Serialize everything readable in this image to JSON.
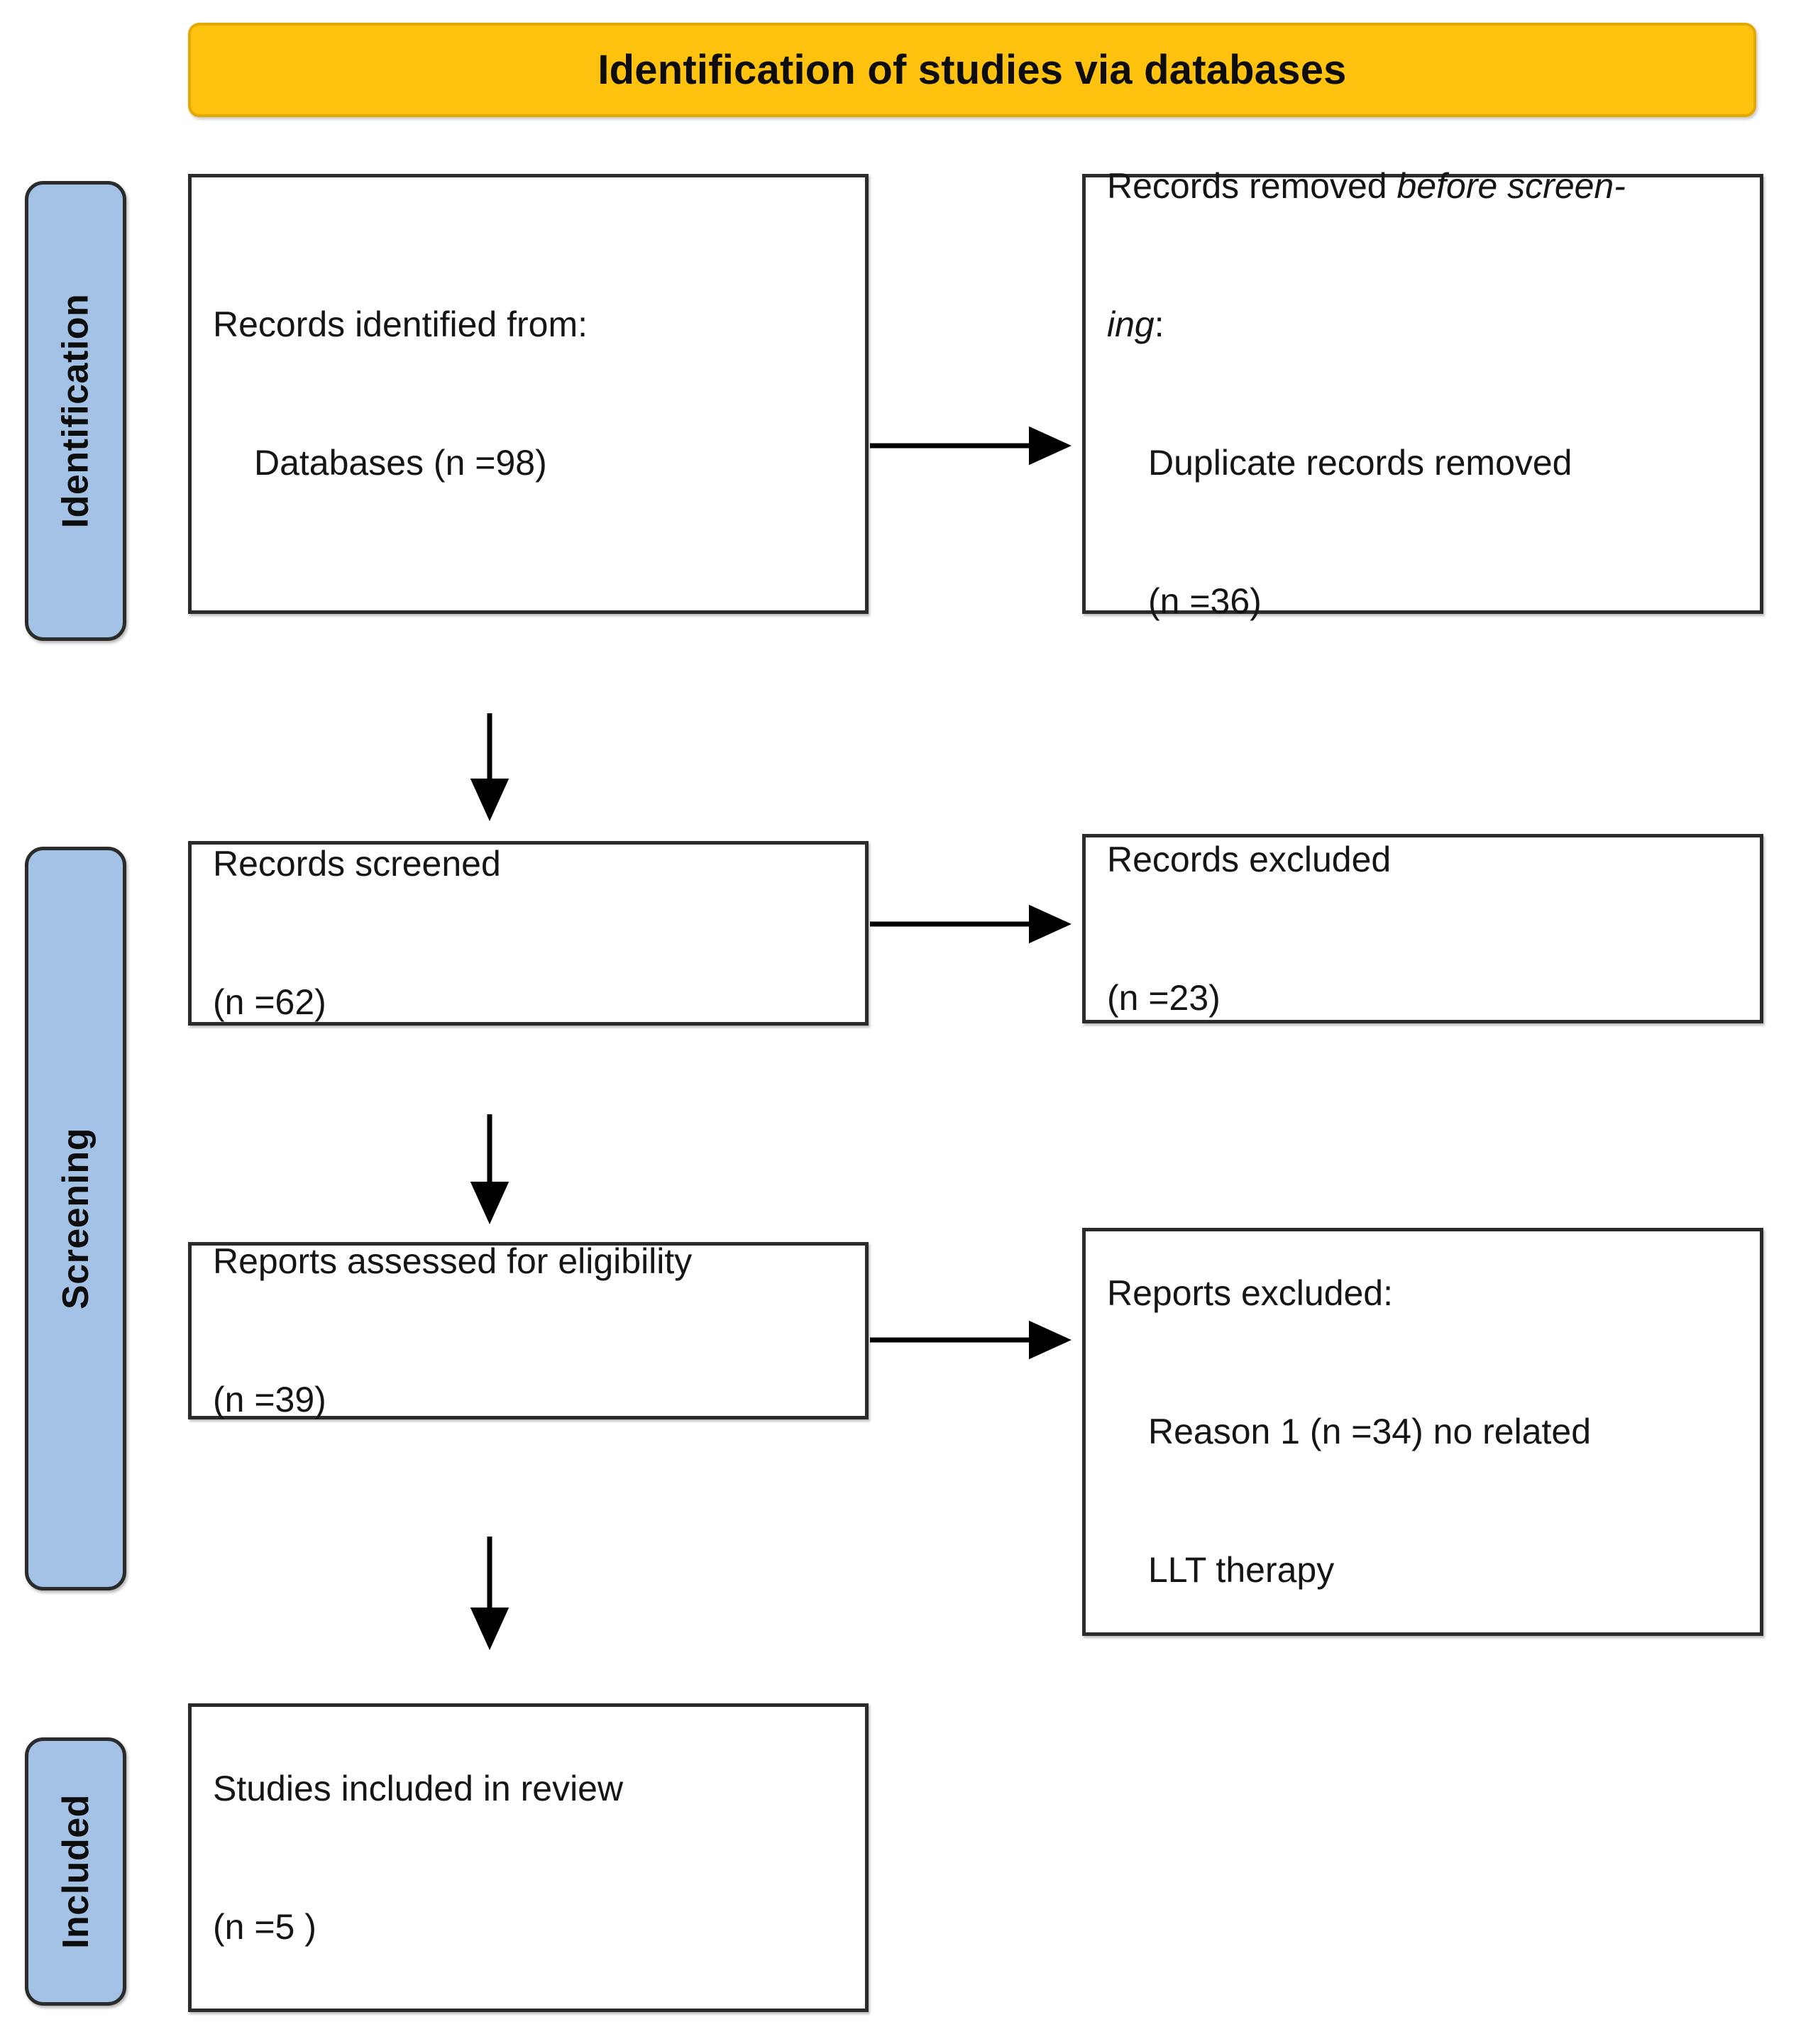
{
  "header": {
    "title": "Identification of studies via databases"
  },
  "stages": [
    {
      "id": "identification",
      "label": "Identification"
    },
    {
      "id": "screening",
      "label": "Screening"
    },
    {
      "id": "included",
      "label": "Included"
    }
  ],
  "boxes": {
    "identified": {
      "line1": "Records identified from:",
      "line2": "Databases (n =98)"
    },
    "removed": {
      "line1_pre": "Records removed ",
      "line1_em": "before screen-",
      "line2_em": "ing",
      "line2_post": ":",
      "line3": "Duplicate records removed",
      "line4": "(n =36)"
    },
    "screened": {
      "line1": "Records screened",
      "line2": "(n =62)"
    },
    "records_excluded": {
      "line1": "Records excluded",
      "line2": "(n =23)"
    },
    "eligibility": {
      "line1": "Reports assessed for eligibility",
      "line2": "(n =39)"
    },
    "reports_excluded": {
      "line1": "Reports excluded:",
      "line2": "Reason 1 (n =34) no related",
      "line3": "LLT therapy"
    },
    "included": {
      "line1": "Studies included in review",
      "line2": "(n =5 )"
    }
  },
  "colors": {
    "header_fill": "#FFC20E",
    "header_border": "#E3A900",
    "stage_fill": "#A4C2E5",
    "box_border": "#2b2b2b",
    "text": "#151515",
    "arrow": "#000000"
  },
  "counts": {
    "records_identified_databases": 98,
    "duplicate_records_removed": 36,
    "records_screened": 62,
    "records_excluded": 23,
    "reports_assessed": 39,
    "reports_excluded_reason1": 34,
    "studies_included": 5
  }
}
